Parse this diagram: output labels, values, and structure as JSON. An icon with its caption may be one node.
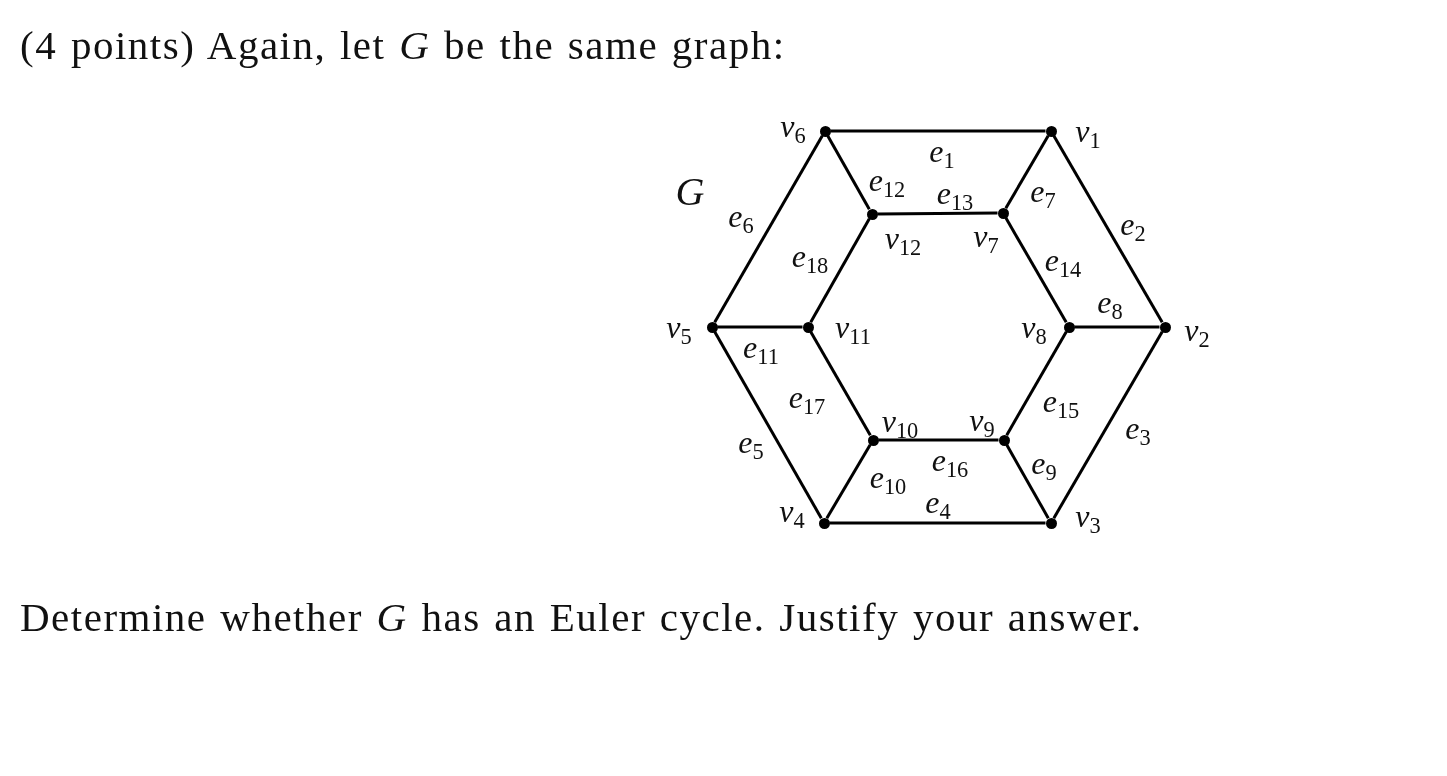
{
  "diagram": {
    "title": "(4 points) Again, let *G* be the same graph:",
    "caption": "Determine whether *G* has an Euler cycle. Justify your answer.",
    "nodes": [
      {
        "text": [],
        "shape": "circle",
        "beside": [
          "*v*$_{6}$"
        ]
      },
      {
        "text": [],
        "shape": "circle",
        "beside": [
          "*v*$_{1}$"
        ]
      },
      {
        "text": [],
        "shape": "circle",
        "beside": [
          "*v*$_{12}$"
        ]
      },
      {
        "text": [],
        "shape": "circle",
        "beside": [
          "*v*$_{7}$"
        ]
      },
      {
        "text": [],
        "shape": "circle",
        "beside": [
          "*v*$_{5}$"
        ]
      },
      {
        "text": [],
        "shape": "circle",
        "beside": [
          "*v*$_{11}$"
        ]
      },
      {
        "text": [],
        "shape": "circle",
        "beside": [
          "*v*$_{8}$"
        ]
      },
      {
        "text": [],
        "shape": "circle",
        "beside": [
          "*v*$_{2}$"
        ]
      },
      {
        "text": [],
        "shape": "circle",
        "beside": [
          "*v*$_{10}$"
        ]
      },
      {
        "text": [],
        "shape": "circle",
        "beside": [
          "*v*$_{9}$"
        ]
      },
      {
        "text": [],
        "shape": "circle",
        "beside": [
          "*v*$_{4}$"
        ]
      },
      {
        "text": [],
        "shape": "circle",
        "beside": [
          "*v*$_{3}$"
        ]
      }
    ],
    "edges": [
      {
        "from": 0,
        "to": 1,
        "arrow": "none",
        "label": "*e*$_{1}$"
      },
      {
        "from": 1,
        "to": 7,
        "arrow": "none",
        "label": "*e*$_{2}$"
      },
      {
        "from": 7,
        "to": 11,
        "arrow": "none",
        "label": "*e*$_{3}$"
      },
      {
        "from": 10,
        "to": 11,
        "arrow": "none",
        "label": "*e*$_{4}$"
      },
      {
        "from": 4,
        "to": 10,
        "arrow": "none",
        "label": "*e*$_{5}$"
      },
      {
        "from": 0,
        "to": 4,
        "arrow": "none",
        "label": "*e*$_{6}$"
      },
      {
        "from": 1,
        "to": 3,
        "arrow": "none",
        "label": "*e*$_{7}$"
      },
      {
        "from": 6,
        "to": 7,
        "arrow": "none",
        "label": "*e*$_{8}$"
      },
      {
        "from": 9,
        "to": 11,
        "arrow": "none",
        "label": "*e*$_{9}$"
      },
      {
        "from": 8,
        "to": 10,
        "arrow": "none",
        "label": "*e*$_{10}$"
      },
      {
        "from": 4,
        "to": 5,
        "arrow": "none",
        "label": "*e*$_{11}$"
      },
      {
        "from": 0,
        "to": 2,
        "arrow": "none",
        "label": "*e*$_{12}$"
      },
      {
        "from": 2,
        "to": 3,
        "arrow": "none",
        "label": "*e*$_{13}$"
      },
      {
        "from": 3,
        "to": 6,
        "arrow": "none",
        "label": "*e*$_{14}$"
      },
      {
        "from": 6,
        "to": 9,
        "arrow": "none",
        "label": "*e*$_{15}$"
      },
      {
        "from": 8,
        "to": 9,
        "arrow": "none",
        "label": "*e*$_{16}$"
      },
      {
        "from": 5,
        "to": 8,
        "arrow": "none",
        "label": "*e*$_{17}$"
      },
      {
        "from": 2,
        "to": 5,
        "arrow": "none",
        "label": "*e*$_{18}$"
      }
    ],
    "labels": [
      "G"
    ]
  }
}
